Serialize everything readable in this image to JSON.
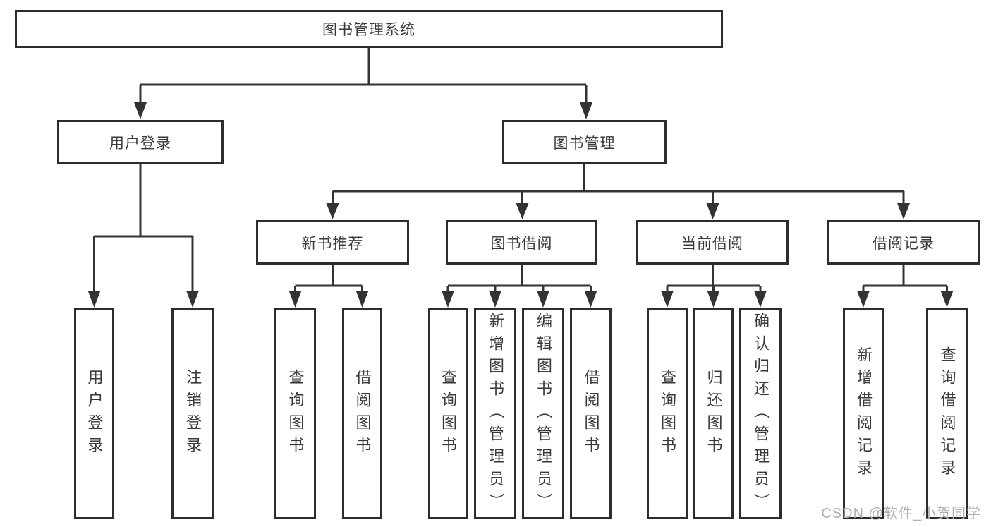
{
  "diagram": {
    "title": "图书管理系统",
    "branches": [
      {
        "label": "用户登录",
        "leaves": [
          "用户登录",
          "注销登录"
        ]
      },
      {
        "label": "图书管理",
        "groups": [
          {
            "label": "新书推荐",
            "leaves": [
              "查询图书",
              "借阅图书"
            ]
          },
          {
            "label": "图书借阅",
            "leaves": [
              "查询图书",
              "新增图书（管理员）",
              "编辑图书（管理员）",
              "借阅图书"
            ]
          },
          {
            "label": "当前借阅",
            "leaves": [
              "查询图书",
              "归还图书",
              "确认归还（管理员）"
            ]
          },
          {
            "label": "借阅记录",
            "leaves": [
              "新增借阅记录",
              "查询借阅记录"
            ]
          }
        ]
      }
    ],
    "watermark": "CSDN @软件_小贺同学",
    "colors": {
      "line": "#333333",
      "box_border": "#2d2d2d",
      "text": "#3a3a3a",
      "background": "#ffffff",
      "watermark": "#b0b0b0"
    }
  }
}
